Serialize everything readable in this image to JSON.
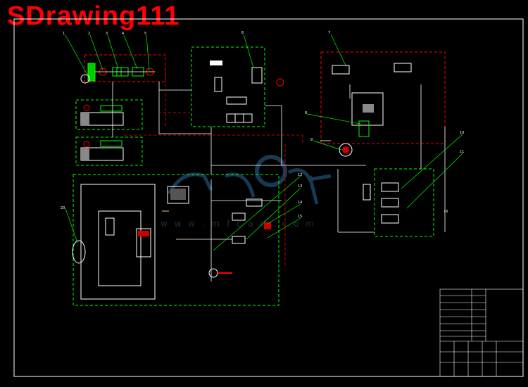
{
  "watermark_text": "SDrawing111",
  "site_watermark_url": "w w w . m f c a d . c o m",
  "callouts": [
    "1",
    "2",
    "3",
    "4",
    "5",
    "6",
    "7",
    "8",
    "9",
    "10",
    "11",
    "12",
    "13",
    "14",
    "15",
    "16",
    "20"
  ],
  "colors": {
    "background": "#000000",
    "green_dashed": "#00ff00",
    "red_dashed": "#ff0000",
    "lines": "#ffffff",
    "watermark": "#ff0000"
  }
}
